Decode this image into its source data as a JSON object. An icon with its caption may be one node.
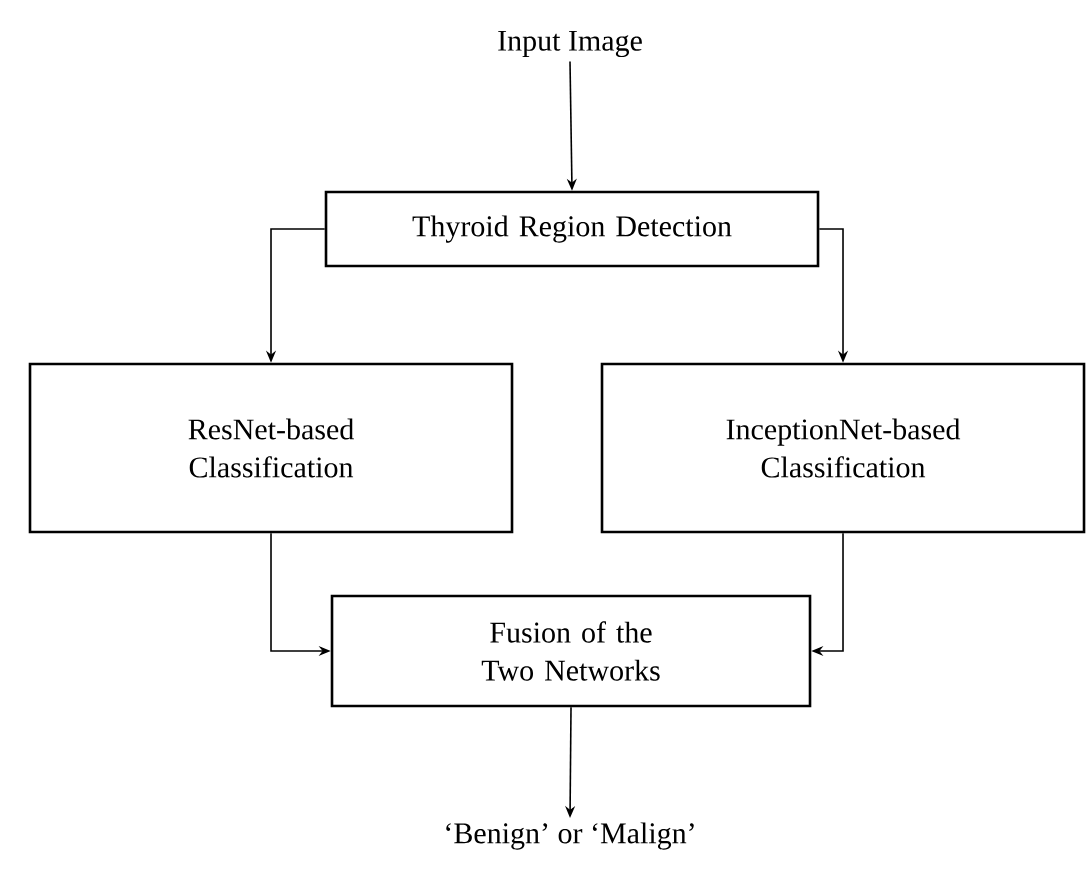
{
  "diagram": {
    "nodes": [
      {
        "text": [
          "Input Image"
        ]
      },
      {
        "text": [
          "Thyroid Region Detection"
        ]
      },
      {
        "text": [
          "ResNet-based Classification"
        ]
      },
      {
        "text": [
          "InceptionNet-based Classification"
        ]
      },
      {
        "text": [
          "Fusion of the Two Networks"
        ]
      },
      {
        "text": [
          "‘Benign’ or ‘Malign’"
        ]
      }
    ],
    "edges": [
      {
        "from": 0,
        "to": 1,
        "arrow": "to"
      },
      {
        "from": 1,
        "to": 2,
        "arrow": "to"
      },
      {
        "from": 1,
        "to": 3,
        "arrow": "to"
      },
      {
        "from": 2,
        "to": 4,
        "arrow": "to"
      },
      {
        "from": 3,
        "to": 4,
        "arrow": "to"
      },
      {
        "from": 4,
        "to": 5,
        "arrow": "to"
      }
    ]
  }
}
